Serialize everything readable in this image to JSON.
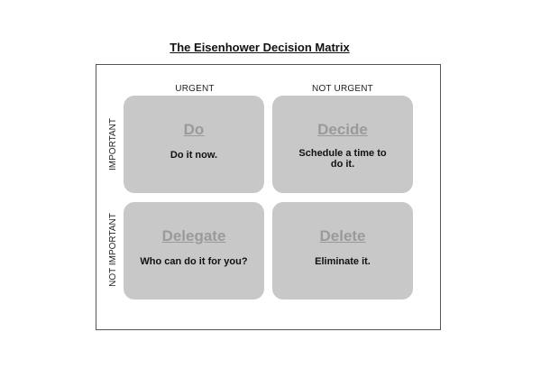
{
  "title": "The Eisenhower Decision Matrix",
  "columns": {
    "urgent": "URGENT",
    "not_urgent": "NOT URGENT"
  },
  "rows": {
    "important": "IMPORTANT",
    "not_important": "NOT IMPORTANT"
  },
  "quadrants": {
    "do": {
      "title": "Do",
      "description": "Do it now."
    },
    "decide": {
      "title": "Decide",
      "description": "Schedule a time to do it."
    },
    "delegate": {
      "title": "Delegate",
      "description": "Who can do it for you?"
    },
    "delete": {
      "title": "Delete",
      "description": "Eliminate it."
    }
  },
  "colors": {
    "quadrant_fill": "#c8c8c8",
    "quadrant_title": "#9a9a9a",
    "frame_border": "#555555"
  }
}
